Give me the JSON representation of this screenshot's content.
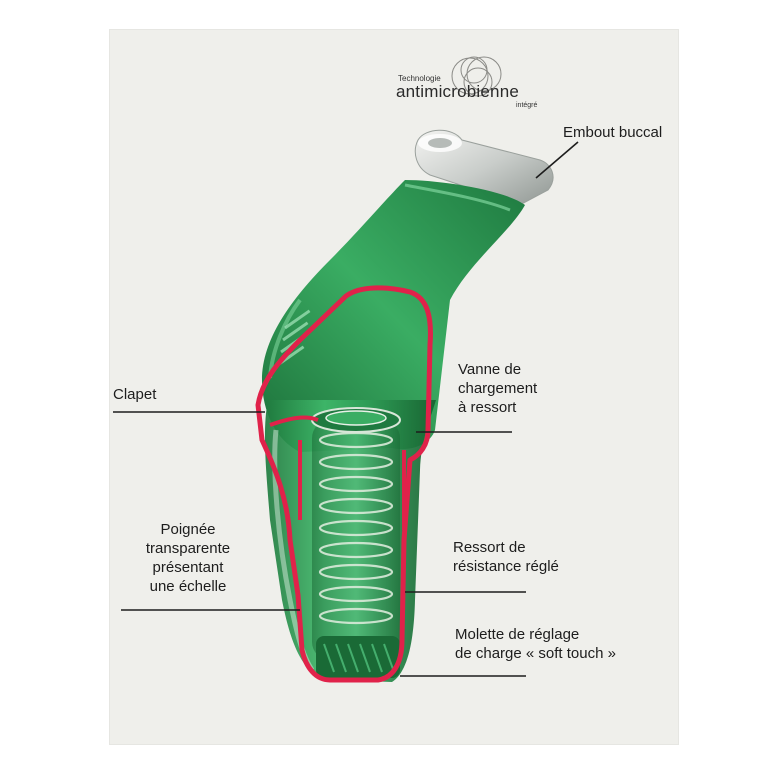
{
  "logo": {
    "prefix": "Technologie",
    "name": "antimicrobienne",
    "suffix": "intégré"
  },
  "labels": {
    "mouthpiece": "Embout buccal",
    "valve": "Clapet",
    "spring_valve": [
      "Vanne de",
      "chargement",
      "à ressort"
    ],
    "handle": [
      "Poignée",
      "transparente",
      "présentant",
      "une échelle"
    ],
    "spring": [
      "Ressort de",
      "résistance réglé"
    ],
    "dial": [
      "Molette de réglage",
      "de charge « soft touch »"
    ]
  },
  "colors": {
    "background": "#efefeb",
    "device_green": "#2f9e57",
    "outline_red": "#e0224a",
    "leader_line": "#1d1d1d"
  }
}
